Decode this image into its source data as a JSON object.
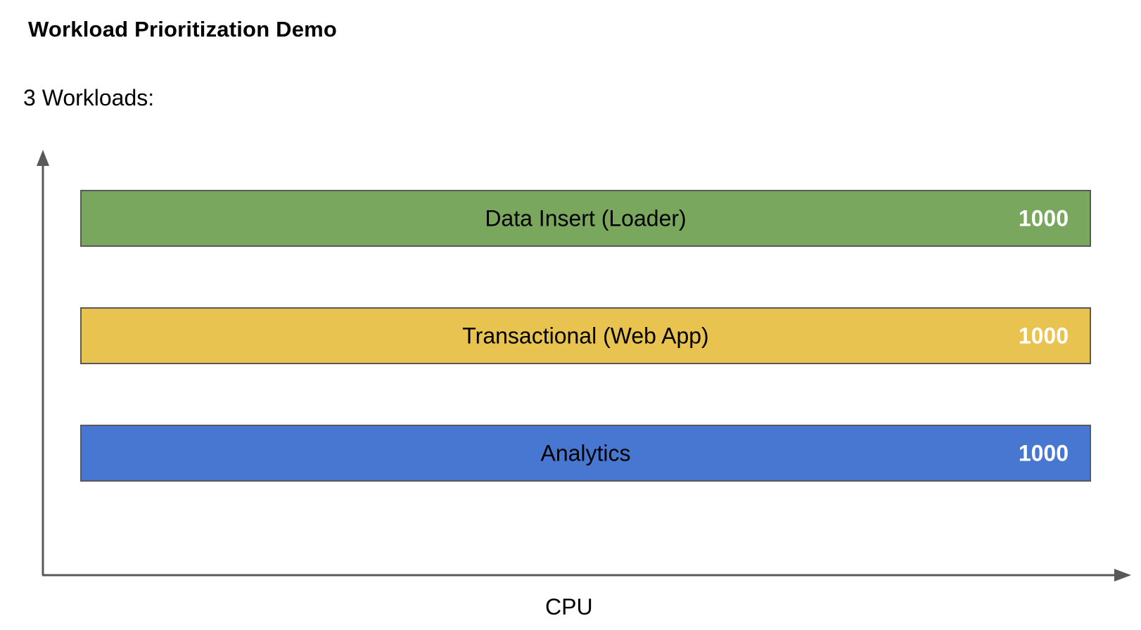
{
  "title": "Workload Prioritization Demo",
  "subtitle": "3 Workloads:",
  "axes": {
    "x_label": "CPU"
  },
  "workloads": [
    {
      "label": "Data Insert (Loader)",
      "value": "1000",
      "color": "#78a75d"
    },
    {
      "label": "Transactional (Web App)",
      "value": "1000",
      "color": "#e8c350"
    },
    {
      "label": "Analytics",
      "value": "1000",
      "color": "#4877d1"
    }
  ]
}
